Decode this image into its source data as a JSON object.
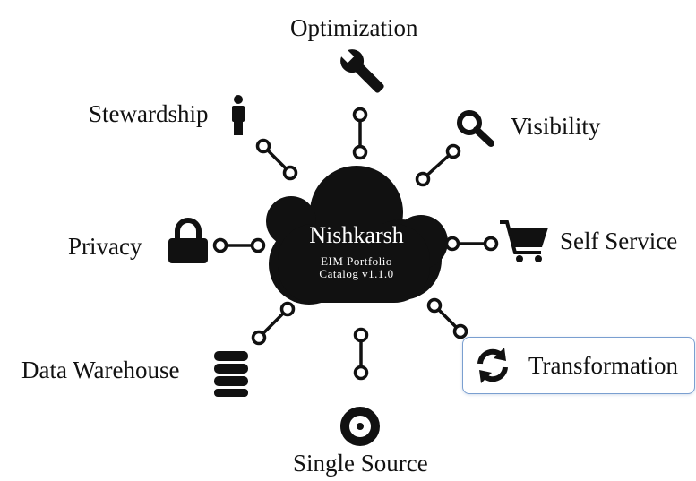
{
  "center": {
    "title": "Nishkarsh",
    "subtitle_line1": "EIM  Portfolio",
    "subtitle_line2": "Catalog  v1.1.0"
  },
  "nodes": {
    "optimization": {
      "label": "Optimization",
      "icon": "wrench-icon"
    },
    "stewardship": {
      "label": "Stewardship",
      "icon": "person-icon"
    },
    "visibility": {
      "label": "Visibility",
      "icon": "magnifier-icon"
    },
    "privacy": {
      "label": "Privacy",
      "icon": "padlock-icon"
    },
    "self_service": {
      "label": "Self Service",
      "icon": "shopping-cart-icon"
    },
    "data_warehouse": {
      "label": "Data Warehouse",
      "icon": "database-icon"
    },
    "single_source": {
      "label": "Single Source",
      "icon": "target-ring-icon"
    },
    "transformation": {
      "label": "Transformation",
      "icon": "refresh-arrows-icon",
      "highlighted": true
    }
  },
  "colors": {
    "ink": "#111111",
    "cloud": "#111111",
    "highlight_border": "#7a9fd0"
  }
}
